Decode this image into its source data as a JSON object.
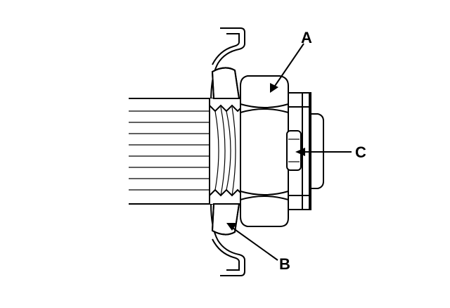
{
  "diagram": {
    "callouts": {
      "a": "A",
      "b": "B",
      "c": "C"
    },
    "colors": {
      "ink": "#000000",
      "paper": "#ffffff"
    }
  }
}
